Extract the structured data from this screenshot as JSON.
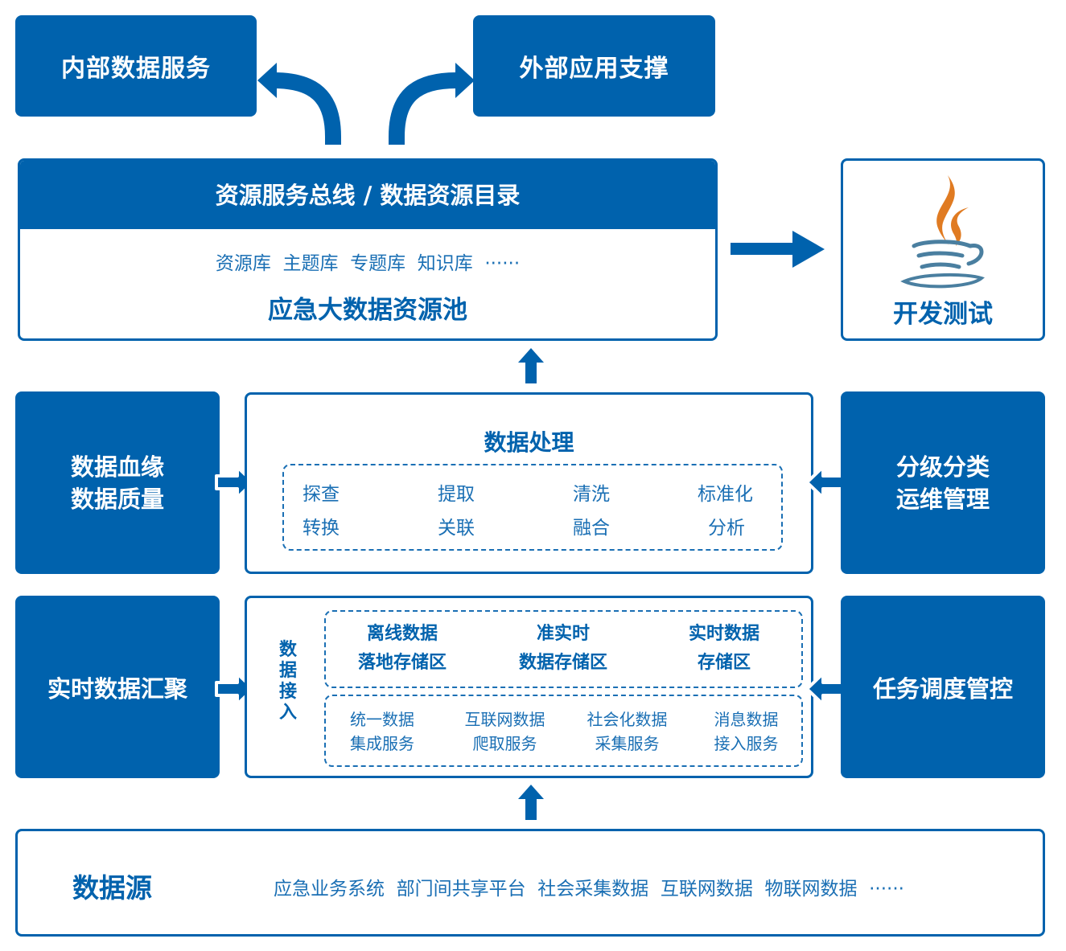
{
  "top": {
    "internal_service": "内部数据服务",
    "external_support": "外部应用支撑"
  },
  "resource_pool": {
    "header": "资源服务总线 / 数据资源目录",
    "libraries": [
      "资源库",
      "主题库",
      "专题库",
      "知识库",
      "······"
    ],
    "title": "应急大数据资源池"
  },
  "dev_test": {
    "label": "开发测试",
    "icon": "java-coffee-cup-icon"
  },
  "side_left_top": [
    "数据血缘",
    "数据质量"
  ],
  "side_right_top": [
    "分级分类",
    "运维管理"
  ],
  "processing": {
    "title": "数据处理",
    "items": [
      [
        "探查",
        "提取",
        "清洗",
        "标准化"
      ],
      [
        "转换",
        "关联",
        "融合",
        "分析"
      ]
    ]
  },
  "side_left_bottom": "实时数据汇聚",
  "side_right_bottom": "任务调度管控",
  "ingest": {
    "label": "数据接入",
    "label_chars": [
      "数",
      "据",
      "接",
      "入"
    ],
    "storage": [
      [
        "离线数据",
        "落地存储区"
      ],
      [
        "准实时",
        "数据存储区"
      ],
      [
        "实时数据",
        "存储区"
      ]
    ],
    "services": [
      [
        "统一数据",
        "集成服务"
      ],
      [
        "互联网数据",
        "爬取服务"
      ],
      [
        "社会化数据",
        "采集服务"
      ],
      [
        "消息数据",
        "接入服务"
      ]
    ]
  },
  "data_source": {
    "title": "数据源",
    "items": [
      "应急业务系统",
      "部门间共享平台",
      "社会采集数据",
      "互联网数据",
      "物联网数据",
      "······"
    ]
  },
  "colors": {
    "primary": "#0062ad",
    "text_light": "#1a6fb4",
    "flame": "#e07b22",
    "cup": "#4a7fa0"
  }
}
